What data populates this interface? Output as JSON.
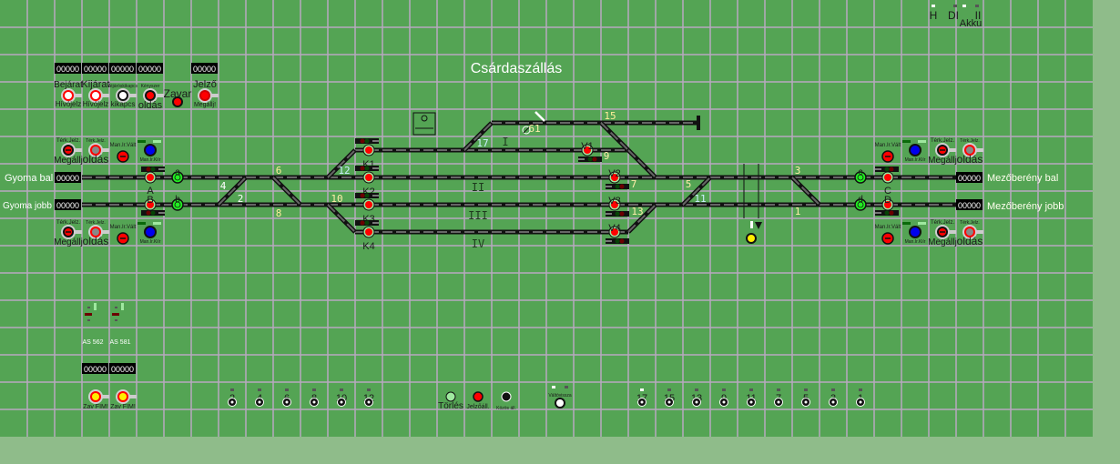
{
  "title": "Csárdaszállás",
  "status_indicators": [
    "H",
    "DI",
    "Akku",
    "II"
  ],
  "counters": {
    "top": [
      "00000",
      "00000",
      "00000",
      "00000",
      "00000"
    ],
    "gyoma_bal": "00000",
    "gyoma_jobb": "00000",
    "mezobereny_bal": "00000",
    "mezobereny_jobb": "00000",
    "axle": [
      "00000",
      "00000"
    ]
  },
  "stations": {
    "gyoma_bal": "Gyoma bal",
    "gyoma_jobb": "Gyoma jobb",
    "mezobereny_bal": "Mezőberény bal",
    "mezobereny_jobb": "Mezőberény jobb"
  },
  "control_buttons": [
    {
      "top": "Bejárat",
      "bottom": "Hívójelz"
    },
    {
      "top": "Kijárat",
      "bottom": "Hívójelz"
    },
    {
      "top": "Átjáróskikapcs",
      "bottom": "kikapcs"
    },
    {
      "top": "Kényszer",
      "bottom": "oldás"
    },
    {
      "top": "Zavar",
      "bottom": ""
    },
    {
      "top": "Jelző",
      "bottom": "Megállj!"
    },
    {
      "top": "Térk.Jelz.",
      "bottom": "Megállj"
    },
    {
      "top": "Térk.Jelz.",
      "bottom": "oldás"
    },
    {
      "top": "Man.Ir.Vált",
      "bottom": ""
    },
    {
      "top": "",
      "bottom": "Man.Ir.Kiír"
    },
    {
      "top": "Térk.Jelz.",
      "bottom": "Megállj"
    },
    {
      "top": "Térk.Jelz.",
      "bottom": "oldás"
    },
    {
      "top": "Man.Ir.Vált",
      "bottom": ""
    },
    {
      "top": "",
      "bottom": "Man.Ir.Kiír"
    },
    {
      "top": "Man.Ir.Vált",
      "bottom": ""
    },
    {
      "top": "",
      "bottom": "Man.Ir.Kiír"
    },
    {
      "top": "Térk.Jelz.",
      "bottom": "Megállj"
    },
    {
      "top": "Térk.Jelz.",
      "bottom": "oldás"
    },
    {
      "top": "Man.Ir.Vált",
      "bottom": ""
    },
    {
      "top": "",
      "bottom": "Man.Ir.Kiír"
    },
    {
      "top": "Térk.Jelz.",
      "bottom": "Megállj"
    },
    {
      "top": "Térk.Jelz.",
      "bottom": "oldás"
    }
  ],
  "signals": [
    "A",
    "B",
    "C",
    "D",
    "a",
    "b",
    "c",
    "d",
    "K1",
    "K2",
    "K3",
    "K4",
    "V1",
    "V2",
    "V3",
    "V4"
  ],
  "switch_labels": [
    "4",
    "2",
    "6",
    "8",
    "12",
    "10",
    "17",
    "15",
    "9",
    "7",
    "13",
    "5",
    "11",
    "3",
    "1",
    "61"
  ],
  "track_labels": [
    "I",
    "II",
    "III",
    "IV"
  ],
  "switch_buttons": [
    "2",
    "4",
    "6",
    "8",
    "10",
    "12",
    "17",
    "15",
    "13",
    "9",
    "11",
    "7",
    "5",
    "3",
    "1"
  ],
  "axle_counters": [
    "AS 562",
    "AS 581"
  ],
  "fim_buttons": [
    "Zav FIM!",
    "Zav FIM!"
  ],
  "misc_buttons": [
    "Törlés",
    "Jelzőáll.",
    "Közös áll.",
    "Váltóvissza"
  ],
  "colors": {
    "panel": "#54a454",
    "grid": "#b8a8c0",
    "outside": "#8fbc8a",
    "signal_red": "#ff0000",
    "signal_green": "#22ee22",
    "blue": "#0000ee"
  }
}
